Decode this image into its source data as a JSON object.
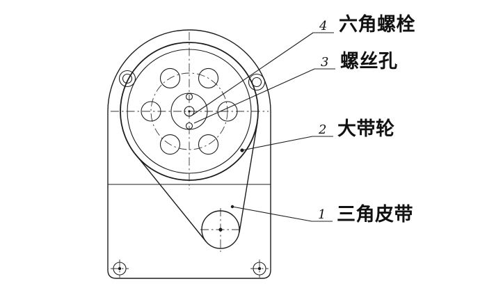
{
  "figure": {
    "colors": {
      "line": "#1c1c1c",
      "background": "#ffffff"
    },
    "callouts": [
      {
        "num": "1",
        "label": "三角皮带"
      },
      {
        "num": "2",
        "label": "大带轮"
      },
      {
        "num": "3",
        "label": "螺丝孔"
      },
      {
        "num": "4",
        "label": "六角螺栓"
      }
    ]
  }
}
